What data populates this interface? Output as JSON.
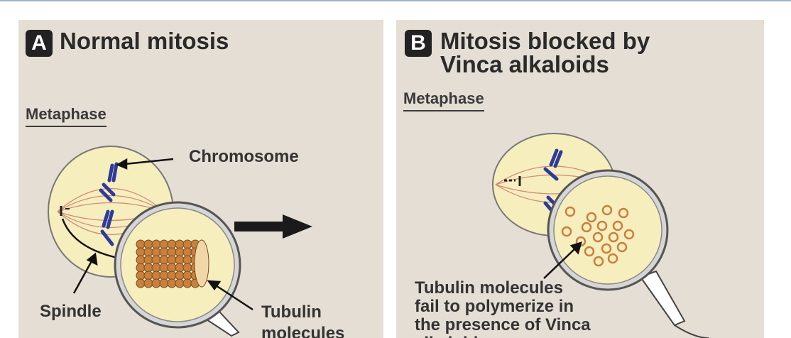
{
  "panel_a": {
    "badge": "A",
    "title": "Normal mitosis",
    "phase": "Metaphase",
    "labels": {
      "chromosome": "Chromosome",
      "spindle": "Spindle",
      "tubulin_line1": "Tubulin",
      "tubulin_line2": "molecules"
    },
    "icons": [
      "cell-icon",
      "magnifier-icon",
      "microtubule-icon",
      "arrow-right-icon"
    ]
  },
  "panel_b": {
    "badge": "B",
    "title_line1": "Mitosis blocked by",
    "title_line2": "Vinca alkaloids",
    "phase": "Metaphase",
    "caption_line1": "Tubulin molecules",
    "caption_line2": "fail to polymerize in",
    "caption_line3": "the presence of Vinca",
    "caption_line4": "alkaloids",
    "icons": [
      "cell-icon",
      "magnifier-icon",
      "tubulin-dimer-icon"
    ]
  },
  "colors": {
    "panel_bg": "#e5ded4",
    "cell_fill": "#f6eebd",
    "chromosome": "#2d3c9a",
    "spindle": "#d08a7a",
    "tubulin": "#c9803e"
  }
}
